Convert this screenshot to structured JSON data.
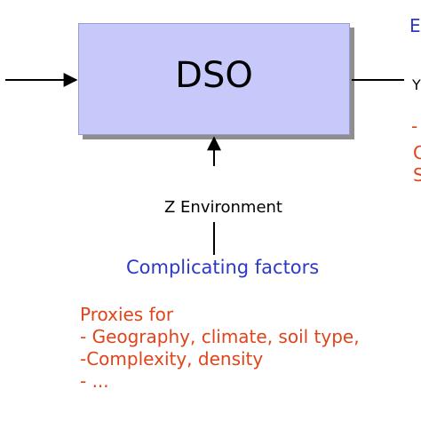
{
  "diagram": {
    "box_label": "DSO",
    "input_below_label": "Z Environment",
    "complicating_title": "Complicating factors",
    "proxies": [
      "Proxies for",
      "- Geography, climate, soil type,",
      "-Complexity, density",
      "- ..."
    ],
    "right_edge": {
      "top": "Ex",
      "output": "Y",
      "dash": "-",
      "line1": "C",
      "line2": "S"
    }
  },
  "colors": {
    "box_fill": "#c7c9fb",
    "blue_text": "#2d38c4",
    "orange_text": "#e0441a"
  }
}
